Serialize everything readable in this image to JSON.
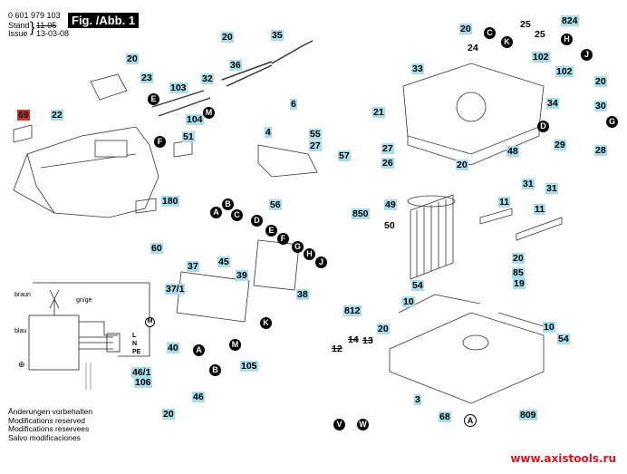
{
  "header": {
    "part_number": "0 601 979 103",
    "stand_label": "Stand",
    "stand_value": "11-05",
    "issue_label": "Issue",
    "issue_value": "13-03-08",
    "figure_title": "Fig. /Abb. 1"
  },
  "notes": [
    "Änderungen vorbehalten",
    "Modifications reserved",
    "Modifications reservees",
    "Salvo modificaciones"
  ],
  "watermark": "www.axistools.ru",
  "wiring": {
    "braun": "braun",
    "gn_ge": "gn/ge",
    "blau": "blau",
    "L": "L",
    "N": "N",
    "PE": "PE",
    "motor": "M",
    "earth": "⊕"
  },
  "colors": {
    "callout_bg": "#a9dde9",
    "callout_alert_bg": "#c0392b",
    "watermark": "#d8141f"
  },
  "callouts": [
    {
      "id": "69",
      "alert": true
    },
    {
      "id": "22"
    },
    {
      "id": "20a"
    },
    {
      "id": "23"
    },
    {
      "id": "E1"
    },
    {
      "id": "103"
    },
    {
      "id": "104"
    },
    {
      "id": "F1"
    },
    {
      "id": "51"
    },
    {
      "id": "180"
    },
    {
      "id": "20b"
    },
    {
      "id": "36"
    },
    {
      "id": "35"
    },
    {
      "id": "32"
    },
    {
      "id": "6"
    },
    {
      "id": "4"
    },
    {
      "id": "55"
    },
    {
      "id": "27a"
    },
    {
      "id": "57"
    },
    {
      "id": "56"
    }
  ],
  "labels": {
    "l69": "69",
    "l22": "22",
    "l20a": "20",
    "l23": "23",
    "l103": "103",
    "l104": "104",
    "l51": "51",
    "l180": "180",
    "l20b": "20",
    "l36": "36",
    "l35": "35",
    "l32": "32",
    "l6": "6",
    "l4": "4",
    "l55": "55",
    "l27a": "27",
    "l57": "57",
    "l56": "56",
    "l60": "60",
    "l45": "45",
    "l37": "37",
    "l39": "39",
    "l37_1": "37/1",
    "l38": "38",
    "l40": "40",
    "l105": "105",
    "l46_1": "46/1",
    "l106": "106",
    "l46": "46",
    "l20c": "20",
    "l20d": "20",
    "l24": "24",
    "l25a": "25",
    "l25b": "25",
    "l824": "824",
    "l33": "33",
    "l102a": "102",
    "l102b": "102",
    "l20e": "20",
    "l34": "34",
    "l30": "30",
    "l21": "21",
    "l29": "29",
    "l28": "28",
    "l27b": "27",
    "l26": "26",
    "l48": "48",
    "l20f": "20",
    "l31a": "31",
    "l31b": "31",
    "l49": "49",
    "l850": "850",
    "l50": "50",
    "l11a": "11",
    "l11b": "11",
    "l20g": "20",
    "l85": "85",
    "l19": "19",
    "l54a": "54",
    "l10a": "10",
    "l10b": "10",
    "l20h": "20",
    "l54b": "54",
    "l812": "812",
    "l12": "12",
    "l14": "14",
    "l13": "13",
    "l3": "3",
    "l68": "68",
    "l809": "809"
  },
  "connectors": {
    "E": "E",
    "F": "F",
    "M": "M",
    "A": "A",
    "B": "B",
    "C": "C",
    "D": "D",
    "G": "G",
    "H": "H",
    "J": "J",
    "K": "K",
    "V": "V",
    "W": "W"
  }
}
